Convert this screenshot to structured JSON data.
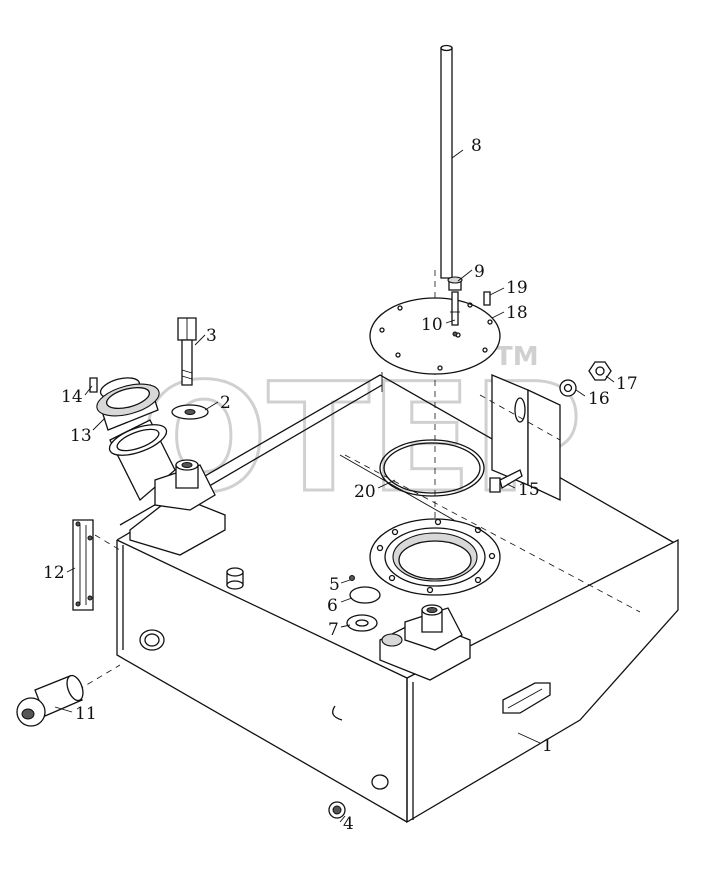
{
  "watermark": {
    "text": "OTEP",
    "tm": "TM"
  },
  "callouts": [
    {
      "id": "1",
      "label": "1"
    },
    {
      "id": "2",
      "label": "2"
    },
    {
      "id": "3",
      "label": "3"
    },
    {
      "id": "4",
      "label": "4"
    },
    {
      "id": "5",
      "label": "5"
    },
    {
      "id": "6",
      "label": "6"
    },
    {
      "id": "7",
      "label": "7"
    },
    {
      "id": "8",
      "label": "8"
    },
    {
      "id": "9",
      "label": "9"
    },
    {
      "id": "10",
      "label": "10"
    },
    {
      "id": "11",
      "label": "11"
    },
    {
      "id": "12",
      "label": "12"
    },
    {
      "id": "13",
      "label": "13"
    },
    {
      "id": "14",
      "label": "14"
    },
    {
      "id": "15",
      "label": "15"
    },
    {
      "id": "16",
      "label": "16"
    },
    {
      "id": "17",
      "label": "17"
    },
    {
      "id": "18",
      "label": "18"
    },
    {
      "id": "19",
      "label": "19"
    },
    {
      "id": "20",
      "label": "20"
    }
  ]
}
